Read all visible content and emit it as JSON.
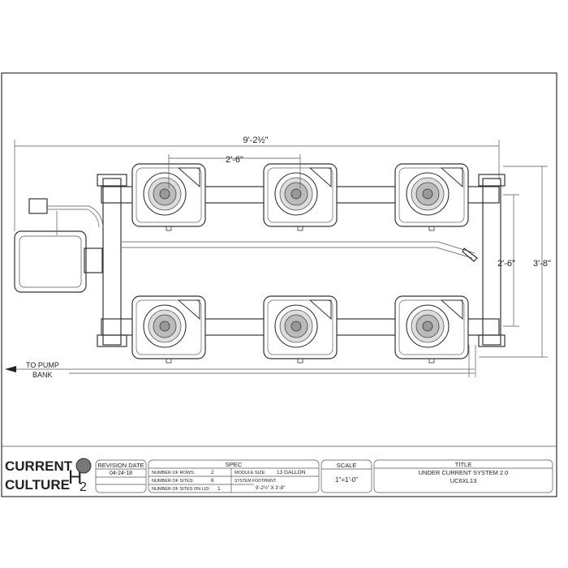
{
  "drawing": {
    "dimensions": {
      "overall_length": "9'-2½\"",
      "site_spacing": "2'-6\"",
      "row_spacing": "2'-6\"",
      "overall_width": "3'-8\""
    },
    "pump_label_line1": "TO PUMP",
    "pump_label_line2": "BANK",
    "rows": 2,
    "sites_per_row": 3
  },
  "title_block": {
    "logo_text": "CURRENT CULTURE H2O",
    "revision": {
      "header": "REVISION DATE",
      "date": "04-24-18"
    },
    "spec": {
      "header": "SPEC",
      "rows_label": "NUMBER OF ROWS:",
      "rows_value": "2",
      "sites_label": "NUMBER OF SITES:",
      "sites_value": "6",
      "lid_label": "NUMBER OF SITES ON LID:",
      "lid_value": "1",
      "module_label": "MODULE SIZE:",
      "module_value": "13 GALLON",
      "footprint_label": "SYSTEM FOOTPRINT:",
      "footprint_value": "9'-2½\" X 3'-8\""
    },
    "scale": {
      "header": "SCALE",
      "value": "1\"=1'-0\""
    },
    "title": {
      "header": "TITLE",
      "name": "UNDER CURRENT SYSTEM 2.0",
      "code": "UC6XL13"
    }
  }
}
